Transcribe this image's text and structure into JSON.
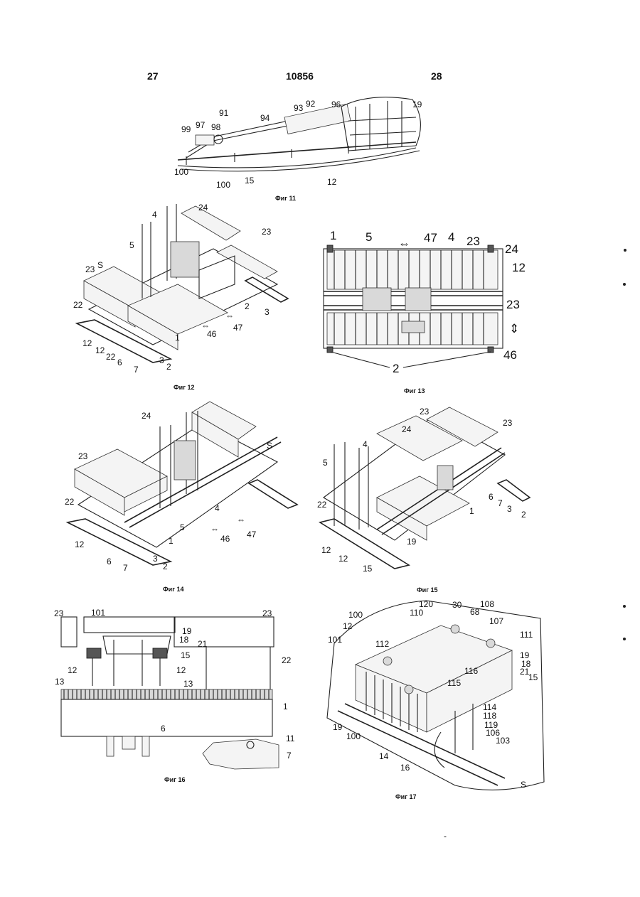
{
  "header": {
    "left_page": "27",
    "patent_number": "10856",
    "right_page": "28"
  },
  "figures": [
    {
      "id": "fig11",
      "caption": "Фиг 11",
      "labels": [
        "91",
        "94",
        "92",
        "93",
        "96",
        "19",
        "99",
        "97",
        "98",
        "100",
        "100",
        "15",
        "12"
      ]
    },
    {
      "id": "fig12",
      "caption": "Фиг 12",
      "labels": [
        "4",
        "24",
        "23",
        "5",
        "23",
        "S",
        "22",
        "12",
        "12",
        "22",
        "6",
        "7",
        "3",
        "2",
        "1",
        "46",
        "47",
        "2",
        "3"
      ]
    },
    {
      "id": "fig13",
      "caption": "Фиг 13",
      "labels": [
        "1",
        "5",
        "47",
        "4",
        "23",
        "24",
        "12",
        "23",
        "46",
        "2"
      ]
    },
    {
      "id": "fig14",
      "caption": "Фиг 14",
      "labels": [
        "24",
        "23",
        "S",
        "22",
        "4",
        "5",
        "1",
        "46",
        "47",
        "12",
        "6",
        "7",
        "3",
        "2"
      ]
    },
    {
      "id": "fig15",
      "caption": "Фиг 15",
      "labels": [
        "23",
        "24",
        "23",
        "4",
        "5",
        "22",
        "1",
        "6",
        "7",
        "3",
        "2",
        "12",
        "12",
        "19",
        "15"
      ]
    },
    {
      "id": "fig16",
      "caption": "Фиг 16",
      "labels": [
        "23",
        "101",
        "23",
        "19",
        "18",
        "21",
        "15",
        "22",
        "12",
        "12",
        "13",
        "13",
        "1",
        "6",
        "11",
        "7"
      ]
    },
    {
      "id": "fig17",
      "caption": "Фиг 17",
      "labels": [
        "120",
        "30",
        "108",
        "100",
        "110",
        "68",
        "107",
        "12",
        "111",
        "101",
        "112",
        "19",
        "18",
        "21",
        "15",
        "116",
        "115",
        "114",
        "118",
        "119",
        "106",
        "103",
        "19",
        "100",
        "14",
        "16",
        "S"
      ]
    }
  ],
  "footer": {
    "mark": "-"
  }
}
